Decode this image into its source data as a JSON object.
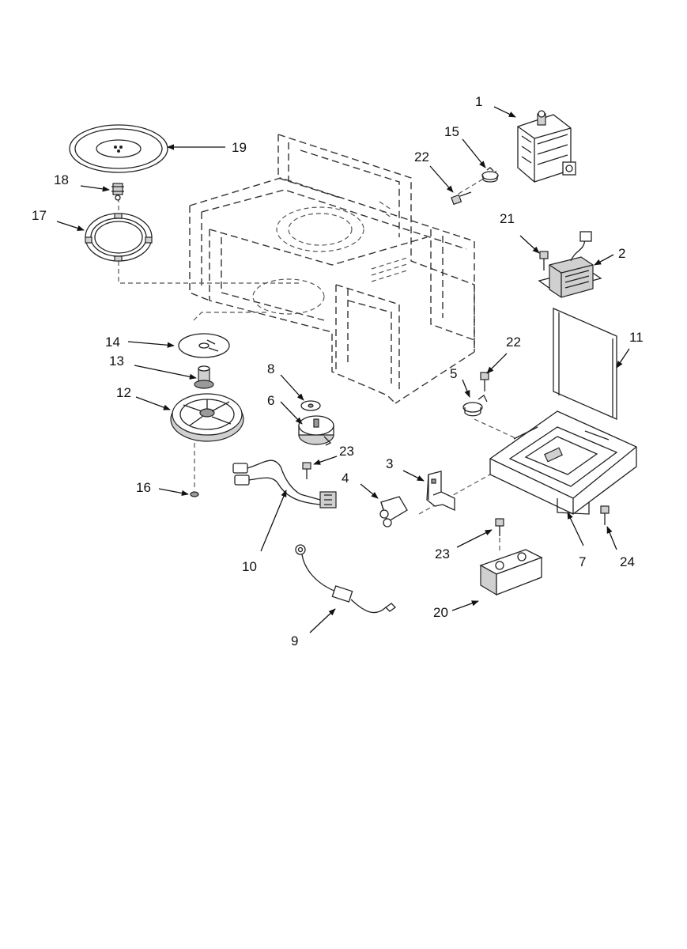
{
  "diagram": {
    "callouts": [
      {
        "id": "1",
        "label": "1"
      },
      {
        "id": "2",
        "label": "2"
      },
      {
        "id": "3",
        "label": "3"
      },
      {
        "id": "4",
        "label": "4"
      },
      {
        "id": "5",
        "label": "5"
      },
      {
        "id": "6",
        "label": "6"
      },
      {
        "id": "7",
        "label": "7"
      },
      {
        "id": "8",
        "label": "8"
      },
      {
        "id": "9",
        "label": "9"
      },
      {
        "id": "10",
        "label": "10"
      },
      {
        "id": "11",
        "label": "11"
      },
      {
        "id": "12",
        "label": "12"
      },
      {
        "id": "13",
        "label": "13"
      },
      {
        "id": "14",
        "label": "14"
      },
      {
        "id": "15",
        "label": "15"
      },
      {
        "id": "16",
        "label": "16"
      },
      {
        "id": "17",
        "label": "17"
      },
      {
        "id": "18",
        "label": "18"
      },
      {
        "id": "19",
        "label": "19"
      },
      {
        "id": "20",
        "label": "20"
      },
      {
        "id": "21",
        "label": "21"
      },
      {
        "id": "22a",
        "label": "22"
      },
      {
        "id": "22b",
        "label": "22"
      },
      {
        "id": "23a",
        "label": "23"
      },
      {
        "id": "23b",
        "label": "23"
      },
      {
        "id": "24",
        "label": "24"
      }
    ]
  }
}
